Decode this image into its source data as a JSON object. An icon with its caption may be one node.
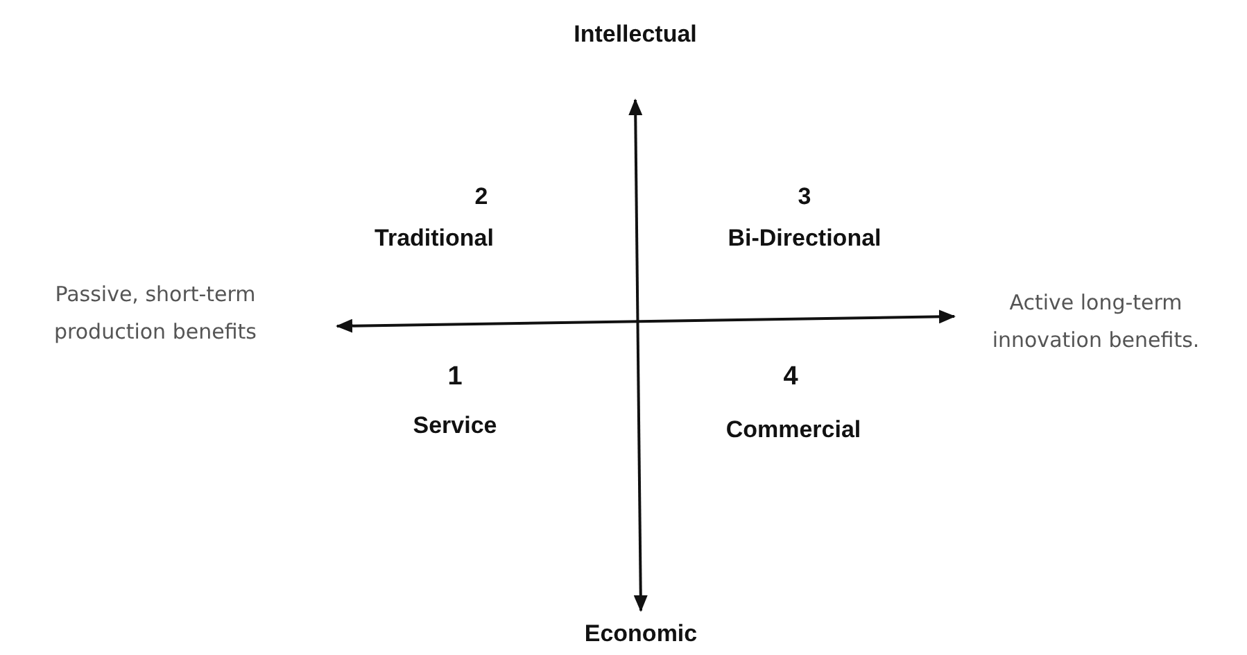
{
  "diagram": {
    "labels": [
      "Intellectual",
      "2",
      "Traditional",
      "3",
      "Bi-Directional",
      "Passive, short-term production benefits",
      "Active long-term innovation benefits.",
      "1",
      "Service",
      "4",
      "Commercial",
      "Economic"
    ]
  }
}
